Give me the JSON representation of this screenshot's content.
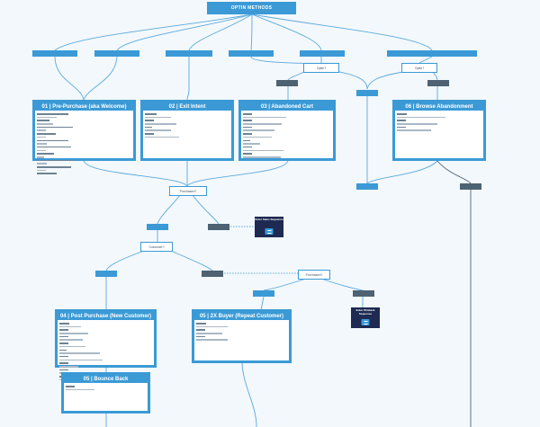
{
  "diagram": {
    "title": "OPTIN METHODS",
    "decisions": {
      "d1": "Optin?",
      "d2": "Optin?",
      "d3": "Purchased?",
      "d4": "Customer?",
      "d5": "Purchased?"
    },
    "stages": [
      {
        "label": "01 | Pre-Purchase (aka Welcome)",
        "lines": [
          22,
          14,
          9,
          11,
          25,
          6,
          13,
          6,
          22,
          7,
          24,
          6,
          12,
          5,
          25,
          7,
          24,
          6,
          14
        ]
      },
      {
        "label": "02 | Exit Intent",
        "lines": [
          8,
          18,
          6,
          22,
          5,
          18,
          6,
          24
        ]
      },
      {
        "label": "03 | Abandoned Cart",
        "lines": [
          6,
          30,
          6,
          27,
          6,
          22,
          6,
          20,
          5,
          12,
          6,
          28,
          6,
          26
        ]
      },
      {
        "label": "06 | Browse Abandonment",
        "lines": [
          7,
          34,
          6,
          28,
          6,
          24
        ]
      },
      {
        "label": "04 | Post Purchase (New Customer)",
        "lines": [
          7,
          15,
          6,
          20,
          6,
          16,
          6,
          18,
          5,
          28,
          6,
          30,
          6,
          13,
          6,
          15,
          5,
          24
        ]
      },
      {
        "label": "05 | 2X Buyer (Repeat Customer)",
        "lines": [
          7,
          22,
          6,
          18,
          6,
          22
        ]
      },
      {
        "label": "05 | Bounce Back",
        "lines": [
          6,
          20
        ]
      }
    ],
    "cards": [
      {
        "text": "Enter Sales Sequence",
        "icon": "email-icon"
      },
      {
        "text": "Enter Winback Sequence",
        "icon": "email-icon"
      }
    ]
  }
}
